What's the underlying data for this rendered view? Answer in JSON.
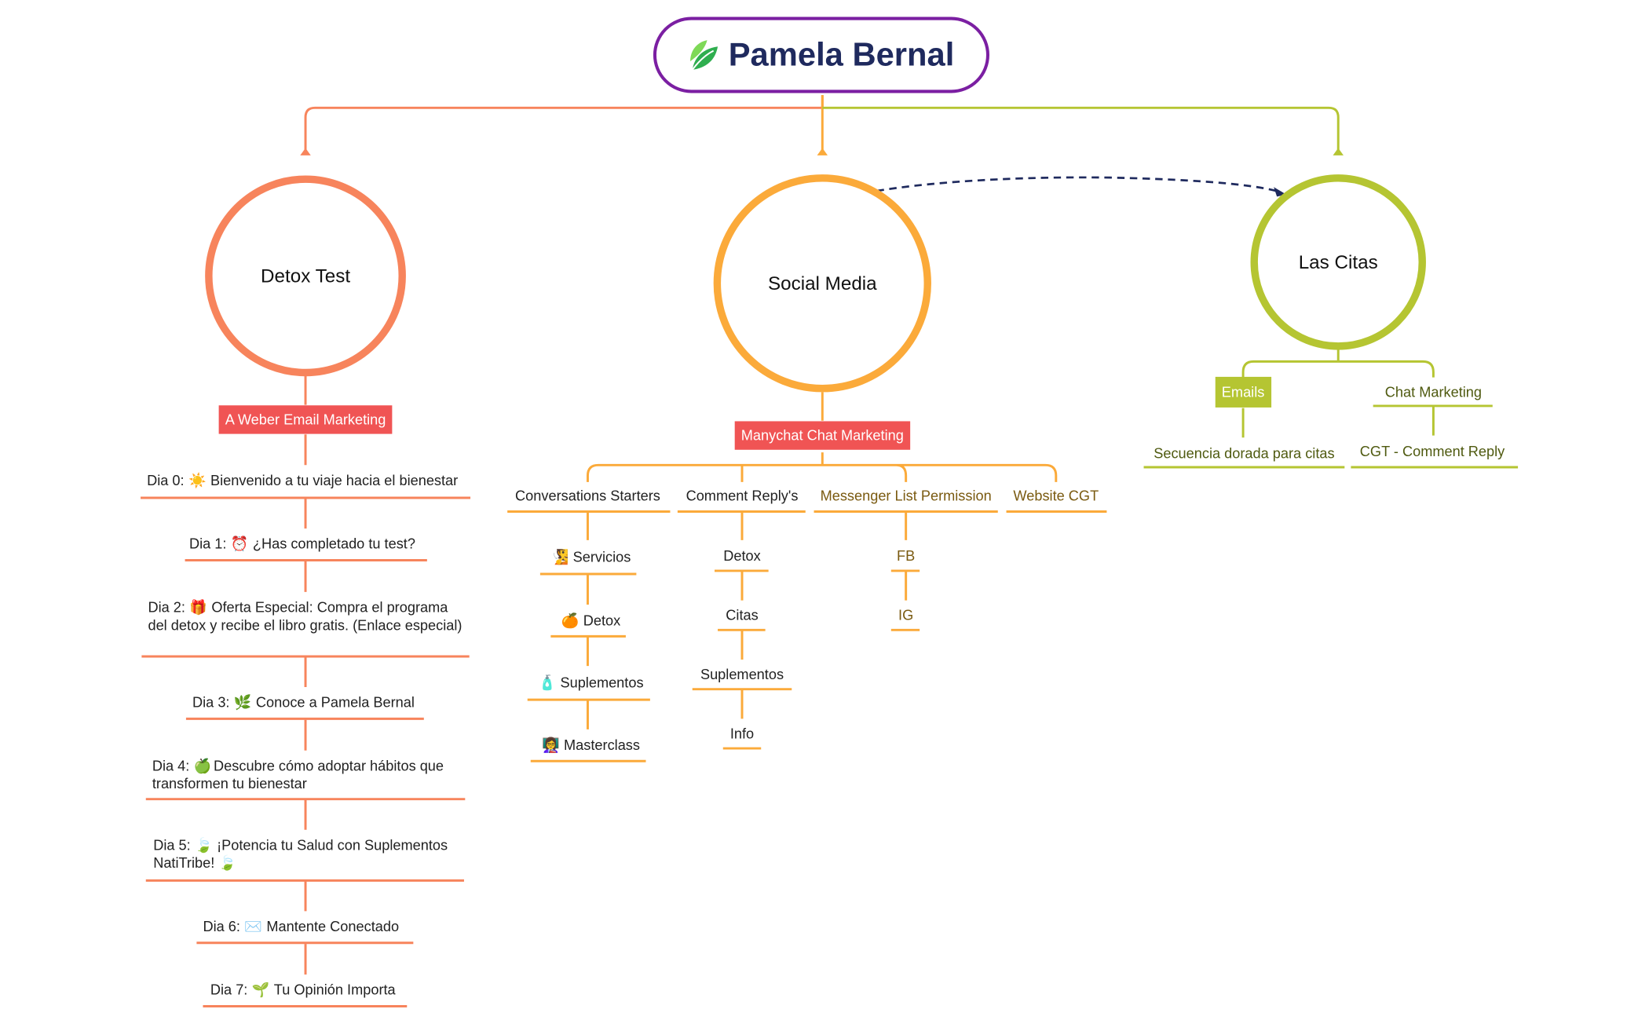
{
  "root": {
    "title": "Pamela Bernal",
    "icon": "leaf-icon"
  },
  "colors": {
    "detox": "#f7845c",
    "social": "#fbaa3a",
    "citas": "#b5c532",
    "root": "#7b1fa2",
    "tag": "#f05454"
  },
  "detox": {
    "title": "Detox Test",
    "tag": "A Weber Email Marketing",
    "days": [
      {
        "prefix": "Dia 0:",
        "icon": "☀️",
        "text": "Bienvenido a tu viaje hacia el bienestar"
      },
      {
        "prefix": "Dia 1:",
        "icon": "⏰",
        "text": "¿Has completado tu test?"
      },
      {
        "prefix": "Dia 2:",
        "icon": "🎁",
        "text": "Oferta Especial: Compra el programa del detox y recibe el libro gratis. (Enlace especial)"
      },
      {
        "prefix": "Dia 3:",
        "icon": "🌿",
        "text": "Conoce a Pamela Bernal"
      },
      {
        "prefix": "Dia 4:",
        "icon": "🍏",
        "text": "Descubre cómo adoptar hábitos que transformen tu bienestar"
      },
      {
        "prefix": "Dia 5:",
        "icon": "🍃",
        "text": "¡Potencia tu Salud con Suplementos NatiTribe! 🍃"
      },
      {
        "prefix": "Dia 6:",
        "icon": "✉️",
        "text": "Mantente Conectado"
      },
      {
        "prefix": "Dia 7:",
        "icon": "🌱",
        "text": "Tu Opinión Importa"
      }
    ]
  },
  "social": {
    "title": "Social Media",
    "tag": "Manychat Chat Marketing",
    "branches": [
      {
        "label": "Conversations Starters",
        "items": [
          {
            "icon": "🧏",
            "text": "Servicios"
          },
          {
            "icon": "🍊",
            "text": "Detox"
          },
          {
            "icon": "🧴",
            "text": "Suplementos"
          },
          {
            "icon": "👩‍🏫",
            "text": "Masterclass"
          }
        ]
      },
      {
        "label": "Comment Reply's",
        "items": [
          {
            "text": "Detox"
          },
          {
            "text": "Citas"
          },
          {
            "text": "Suplementos"
          },
          {
            "text": "Info"
          }
        ]
      },
      {
        "label": "Messenger List Permission",
        "items": [
          {
            "text": "FB"
          },
          {
            "text": "IG"
          }
        ]
      },
      {
        "label": "Website CGT",
        "items": []
      }
    ]
  },
  "citas": {
    "title": "Las Citas",
    "branches": [
      {
        "label": "Emails",
        "child": "Secuencia dorada para citas"
      },
      {
        "label": "Chat Marketing",
        "child": "CGT - Comment Reply"
      }
    ]
  }
}
